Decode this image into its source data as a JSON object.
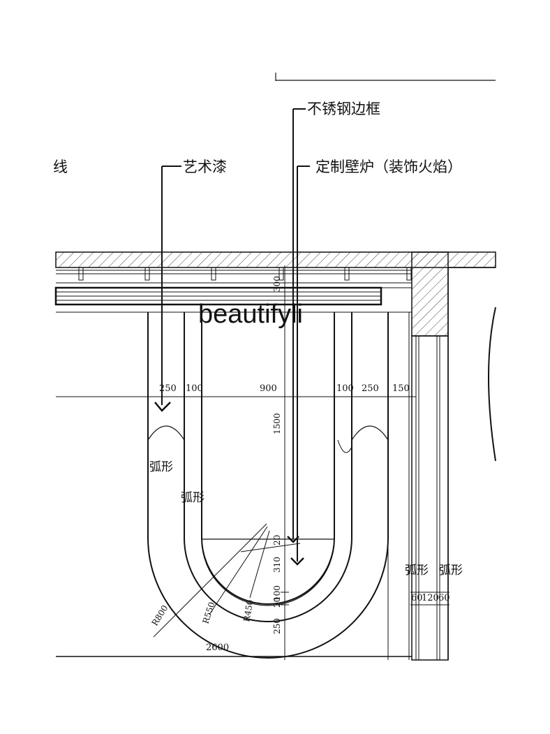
{
  "labels": {
    "partial_left": "线",
    "art_paint": "艺术漆",
    "stainless_frame": "不锈钢边框",
    "fireplace": "定制壁炉（装饰火焰）",
    "arc_1": "弧形",
    "arc_2": "弧形",
    "arc_3": "弧形",
    "arc_4": "弧形"
  },
  "watermark": "beautifyli",
  "dimensions": {
    "d250a": "250",
    "d100a": "100",
    "d900": "900",
    "d100b": "100",
    "d250b": "250",
    "d150": "150",
    "d300": "300",
    "d1500": "1500",
    "d20": "20",
    "d310": "310",
    "d100c": "100",
    "d20b": "20",
    "d250c": "250",
    "d2600": "2600",
    "r800": "R800",
    "r550": "R550",
    "r450": "R450",
    "d60a": "60",
    "d120": "120",
    "d60b": "60"
  }
}
